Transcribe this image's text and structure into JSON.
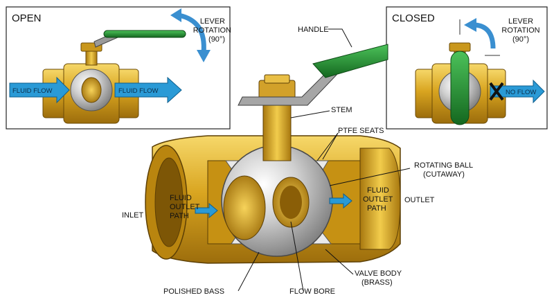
{
  "inset_open": {
    "title": "OPEN",
    "lever_rotation_line1": "LEVER",
    "lever_rotation_line2": "ROTATION",
    "lever_rotation_line3": "(90°)",
    "flow_in": "FLUID FLOW",
    "flow_out": "FLUID FLOW"
  },
  "inset_closed": {
    "title": "CLOSED",
    "lever_rotation_line1": "LEVER",
    "lever_rotation_line2": "ROTATION",
    "lever_rotation_line3": "(90°)",
    "no_flow": "NO FLOW"
  },
  "labels": {
    "handle": "HANDLE",
    "stem": "STEM",
    "ptfe_seats": "PTFE SEATS",
    "rotating_ball_line1": "ROTATING BALL",
    "rotating_ball_line2": "(CUTAWAY)",
    "inlet": "INLET",
    "fluid_outlet_left_line1": "FLUID",
    "fluid_outlet_left_line2": "OUTLET",
    "fluid_outlet_left_line3": "PATH",
    "fluid_outlet_right_line1": "FLUID",
    "fluid_outlet_right_line2": "OUTLET",
    "fluid_outlet_right_line3": "PATH",
    "outlet": "OUTLET",
    "valve_body_line1": "VALVE BODY",
    "valve_body_line2": "(BRASS)",
    "polished_bass": "POLISHED BASS",
    "flow_bore": "FLOW BORE"
  },
  "colors": {
    "brass": "#d9a520",
    "brass_dark": "#a8780f",
    "brass_light": "#f2cc4c",
    "steel": "#c9c9c9",
    "handle_green": "#1f8a2e",
    "flow_arrow": "#2a9ad6",
    "rotation_arrow": "#3a8fd0"
  }
}
